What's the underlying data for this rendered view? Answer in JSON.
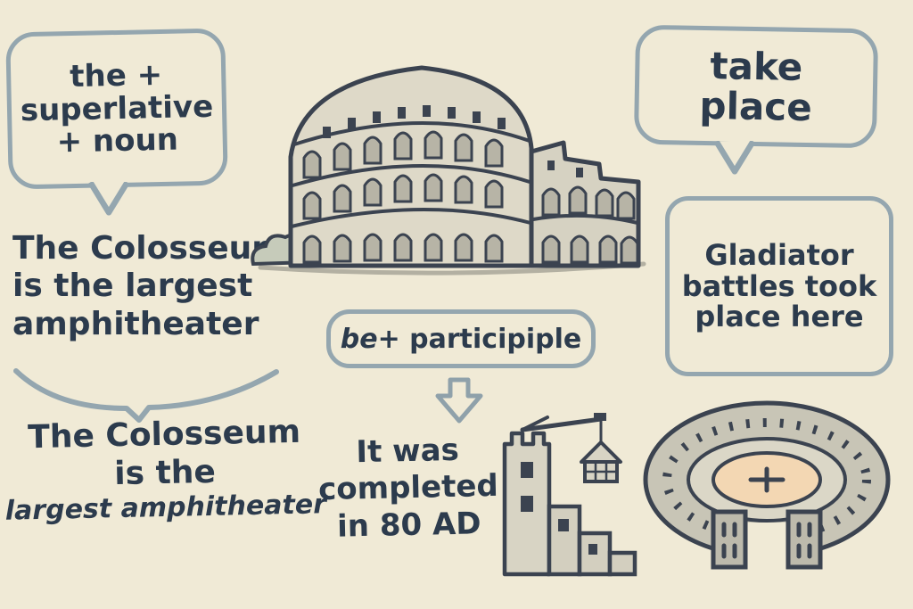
{
  "palette": {
    "background": "#f0ead6",
    "ink": "#2c3b4d",
    "bubble_border": "#94a6af",
    "building_fill": "#ded9c8",
    "arena_floor": "#f3d7b3"
  },
  "bubbles": {
    "superlative": {
      "lines": [
        "the +",
        "superlative",
        "+ noun"
      ]
    },
    "take_place": {
      "lines": [
        "take",
        "place"
      ]
    },
    "gladiator": {
      "lines": [
        "Gladiator",
        "battles took",
        "place here"
      ]
    }
  },
  "pill": {
    "italic_word": "be",
    "rest": " + participiple"
  },
  "examples": {
    "superlative_sentence": {
      "lines": [
        "The Colosseum",
        "is the largest",
        "amphitheater"
      ]
    },
    "repeated_sentence": {
      "lines": [
        "The Colosseum",
        "is the",
        "largest amphitheater"
      ]
    },
    "passive_sentence": {
      "lines": [
        "It was",
        "completed",
        "in 80 AD"
      ]
    }
  },
  "icons": {
    "colosseum": "colosseum-illustration",
    "construction": "construction-crane-illustration",
    "arena": "amphitheater-arena-illustration",
    "arrow": "down-arrow-icon",
    "bubble_tail": "speech-bubble-tail-icon"
  }
}
